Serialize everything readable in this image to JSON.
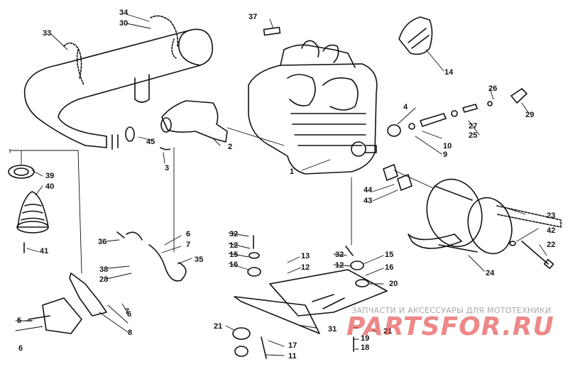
{
  "diagram": {
    "callouts": [
      "1",
      "2",
      "3",
      "4",
      "5",
      "6",
      "7",
      "8",
      "9",
      "10",
      "11",
      "12",
      "13",
      "14",
      "15",
      "16",
      "17",
      "18",
      "19",
      "20",
      "21",
      "22",
      "23",
      "24",
      "25",
      "26",
      "27",
      "28",
      "29",
      "30",
      "31",
      "32",
      "33",
      "34",
      "35",
      "36",
      "37",
      "38",
      "39",
      "40",
      "41",
      "42",
      "43",
      "44",
      "45"
    ]
  },
  "watermark": {
    "tagline": "ЗАПЧАСТИ И АКСЕССУАРЫ ДЛЯ МОТОТЕХНИКИ",
    "logo": "PARTSFOR.RU",
    "color": "#e02828"
  }
}
